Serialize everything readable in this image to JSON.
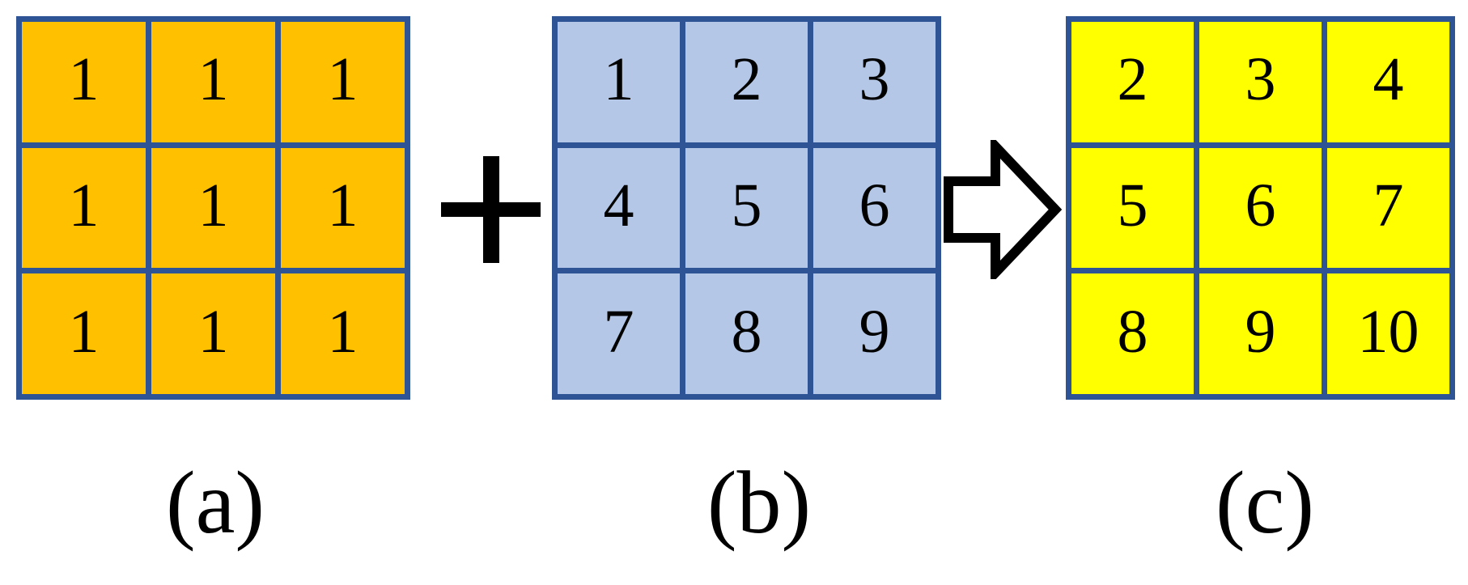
{
  "figure": {
    "background_color": "#ffffff",
    "border_color": "#2F5496",
    "text_color": "#000000",
    "operators": {
      "plus": "+",
      "arrow": "⇨"
    },
    "panels": [
      {
        "id": "a",
        "caption": "(a)",
        "cell_color": "#FFC000",
        "rows": [
          [
            "1",
            "1",
            "1"
          ],
          [
            "1",
            "1",
            "1"
          ],
          [
            "1",
            "1",
            "1"
          ]
        ]
      },
      {
        "id": "b",
        "caption": "(b)",
        "cell_color": "#B4C7E7",
        "rows": [
          [
            "1",
            "2",
            "3"
          ],
          [
            "4",
            "5",
            "6"
          ],
          [
            "7",
            "8",
            "9"
          ]
        ]
      },
      {
        "id": "c",
        "caption": "(c)",
        "cell_color": "#FFFF00",
        "rows": [
          [
            "2",
            "3",
            "4"
          ],
          [
            "5",
            "6",
            "7"
          ],
          [
            "8",
            "9",
            "10"
          ]
        ]
      }
    ]
  }
}
